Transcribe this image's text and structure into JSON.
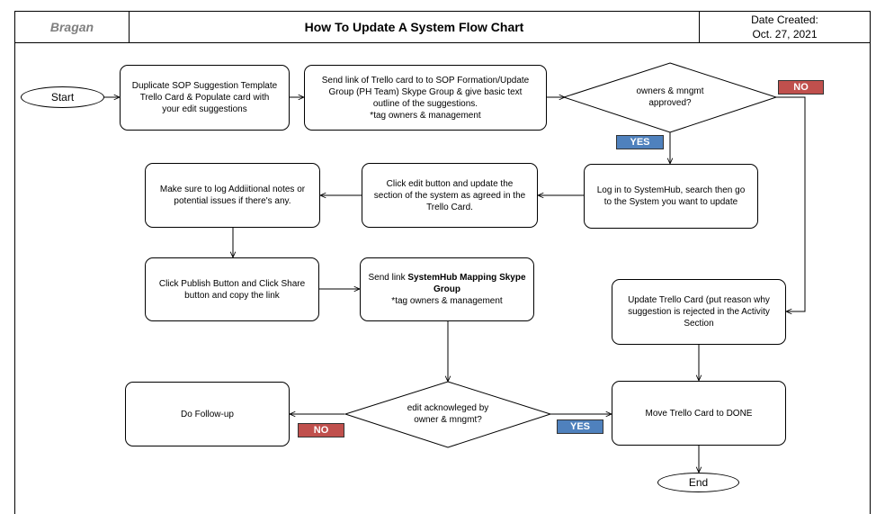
{
  "header": {
    "logo": "Bragan",
    "title": "How To Update A System Flow Chart",
    "date_label": "Date Created:",
    "date_value": "Oct. 27, 2021"
  },
  "flow": {
    "start": "Start",
    "end": "End",
    "duplicate_card": [
      "Duplicate SOP Suggestion Template",
      "Trello Card & Populate  card with",
      "your edit suggestions"
    ],
    "send_trello": [
      "Send link of Trello card to to SOP Formation/Update",
      "Group (PH Team) Skype Group  &  give basic text",
      "outline of the  suggestions.",
      "*tag owners & management"
    ],
    "approval_decision": [
      "owners & mngmt",
      "approved?"
    ],
    "login": [
      "Log in to SystemHub, search then go",
      "to the System you want to update"
    ],
    "edit_section": [
      "Click edit button and update the",
      "section of the system as agreed in the",
      "Trello Card."
    ],
    "log_notes": [
      "Make sure  to log Addiitional notes or",
      "potential issues if there's any."
    ],
    "publish": [
      "Click Publish Button and Click Share",
      "button and copy the link"
    ],
    "send_link_prefix": "Send link ",
    "send_link_bold": "SystemHub Mapping Skype",
    "send_link_bold2": "Group",
    "send_link_tag": "*tag owners & management",
    "update_trello": [
      "Update Trello Card (put reason why",
      "suggestion is rejected in the Activity",
      "Section"
    ],
    "ack_decision": [
      "edit acknowleged by",
      "owner & mngmt?"
    ],
    "followup": "Do Follow-up",
    "move_done": "Move Trello Card to DONE",
    "no_label": "NO",
    "yes_label": "YES"
  },
  "colors": {
    "no": "#c0504d",
    "yes": "#4f81bd",
    "logo": "#7f7f7f"
  }
}
